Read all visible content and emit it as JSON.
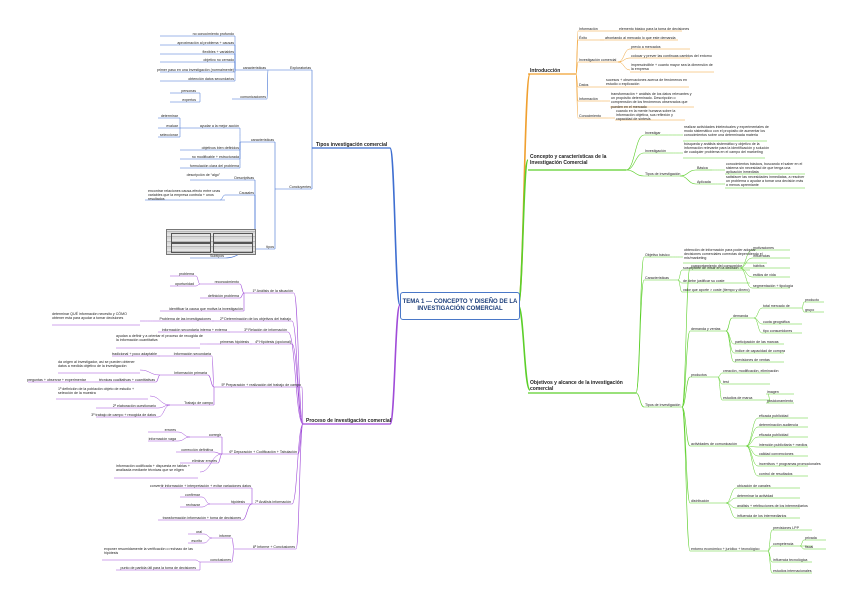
{
  "center": {
    "title": "TEMA 1 — CONCEPTO Y DISEÑO DE LA INVESTIGACIÓN COMERCIAL"
  },
  "colors": {
    "blue": "#3f6fd1",
    "orange": "#f0a030",
    "green": "#5ccf2a",
    "purple": "#a04cd8",
    "center_border": "#4a78c8"
  },
  "branches": {
    "tipos": {
      "title": "Tipos investigación comercial",
      "exploratorias": "Exploratorias",
      "caracteristicas": "características",
      "exp_items": [
        "no conocimiento profundo",
        "aproximación al problema + causas",
        "flexibles + variables",
        "objetivo no cerrado",
        "primer paso en una investigación (normalmente)",
        "obtención datos secundarios"
      ],
      "comunicaciones": "comunicaciones",
      "comunic_items": [
        "personas",
        "expertos"
      ],
      "concluyentes": "Concluyentes",
      "concl_caract": "características",
      "concl_items": [
        "ayudar a la mejor acción",
        "objetivos bien definidos",
        "no modificable + estructurada",
        "formulación clara del problema"
      ],
      "accion_items": [
        "determinar",
        "evaluar",
        "seleccionar"
      ],
      "tipos": "tipos",
      "descriptivas": "Descriptivas",
      "desc_item": "descripción de “algo”",
      "causales": "Causales",
      "causal_item": "encontrar relaciones causa-efecto entre unas variables que la empresa controla + unos resultados",
      "subtipos": "Subtipos"
    },
    "intro": {
      "title": "Introducción",
      "informacion": "Información",
      "info_item": "elemento básico para la toma de decisiones",
      "exito": "Éxito",
      "exito_item": "afrontando al mercado lo que este demanda",
      "inv_comercial": "Investigación comercial",
      "inv_items": [
        "previo a mercados",
        "colocar y prever las continuas cambios del entorno",
        "imprescindible + cuanto mayor sea la dimensión de la empresa"
      ],
      "datos": "Datos",
      "datos_item": "sucesos + observaciones acerca de fenómenos en estudio o explicación",
      "info2": "Información",
      "info2_item": "transformación + análisis de los datos relevantes y un propósito determinado. Descripción o comprensión de los fenómenos observados que pueden en el mercado",
      "conocimiento": "Conocimiento",
      "conoc_item": "cuando en la mente humana sobre la información objetiva, sus reflexión y capacidad de síntesis"
    },
    "concepto": {
      "title": "Concepto y características de la Investigación Comercial",
      "investigar": "Investigar",
      "investigar_item": "realizar actividades intelectuales y experimentales de modo sistemático con el propósito de aumentar los conocimientos sobre una determinada materia",
      "investigacion": "Investigación",
      "investigacion_item": "búsqueda y análisis sistemático y objetivo de la información relevante para la identificación y solución de cualquier problema en el campo del marketing",
      "tipos_inv": "Tipos de investigación",
      "basica": "Básica",
      "basica_item": "conocimientos básicos, buscando el saber en el sistema sin necesidad de que tenga una aplicación inmediata",
      "aplicada": "Aplicada",
      "aplicada_item": "satisfacer las necesidades inmediatas, a resolver un problema o ayudar a tomar una decisión más o menos apremiante"
    },
    "objetivos": {
      "title": "Objetivos y alcance de la investigación comercial",
      "objetivo_basico": "Objetivo básico",
      "objetivo_basico_item": "obtención de información para poder adoptar decisiones comerciales correctas dependiendo el mix/marketing",
      "caracteristicas": "Características",
      "caract_items": [
        "susceptible de influir en la decisión",
        "de debe justificar su coste",
        "valor que aporte > coste (tiempo y dinero)"
      ],
      "tipos_inv": "Tipos de investigación",
      "comportamiento": "comportamiento del consumidor",
      "comp_items": [
        "motivaciones",
        "influencias",
        "hábitos",
        "estilos de vida",
        "segmentación + tipología"
      ],
      "demanda": "demanda y ventas",
      "demanda_label": "demanda",
      "dem_items": [
        "total mercado de",
        "cuota geográfica",
        "tipo consumidores"
      ],
      "dem_sub": [
        "producto",
        "grupo"
      ],
      "ventas_items": [
        "participación de las marcas",
        "índice de capacidad de compra",
        "previsiones de ventas"
      ],
      "producto": "productos",
      "prod_items": [
        "creación, modificación, eliminación",
        "test",
        "estudios de marca"
      ],
      "marca_items": [
        "imagen",
        "posicionamiento"
      ],
      "comunicacion": "actividades de comunicación",
      "com_items": [
        "eficacia publicidad",
        "determinación audiencia",
        "eficacia publicidad",
        "intención publicitaria + medios",
        "calidad convenciones",
        "incentivos + programas promocionales",
        "control de resultados"
      ],
      "distribucion": "distribución",
      "dist_items": [
        "ubicación de canales",
        "determinar la actividad",
        "análisis + retribuciones de los intermediarios",
        "influencia de los intermediarios"
      ],
      "entorno": "entorno económico + jurídico + tecnológico",
      "ent_items": [
        "previsiones LPP",
        "competencia",
        "influencia tecnológica",
        "estudios internacionales"
      ],
      "comp_sub": [
        "privada",
        "fiscal"
      ]
    },
    "proceso": {
      "title": "Proceso de investigación comercial",
      "p1": "1º Análisis de la situación",
      "p1_sub": "reconocimiento",
      "p1_items": [
        "problema",
        "oportunidad"
      ],
      "p1_def": "definición problema",
      "p1_ident": "identificar la causa que motiva la investigación",
      "p2": "2º Determinación de los objetivos del trabajo",
      "p2_item": "Problema de las investigaciones",
      "p2_note": "determinar QUÉ información necesito y CÓMO obtener esta para ayudar a tomar decisiones",
      "p3": "3º Relación de información",
      "p3_item": "información secundaria interna + externa",
      "p4": "4º Hipótesis (opcional)",
      "p4_item": "primeras hipótesis",
      "p4_note": "ayudan a definir y a orientar el proceso de recogida de la información cuantitativa",
      "p5": "5º Preparación + realización del trabajo de campo",
      "p5_sec": "Información secundaria",
      "p5_sec_item": "tradicional + poco adaptable",
      "p5_prim": "Información primaria",
      "p5_prim_item": "da origen al investigador, así se pueden obtener datos a medida objetivo de la investigación",
      "p5_tec": "técnicas cualitativas + cuantitativas",
      "p5_tec_item": "preguntas + observar + experimentar",
      "p5_campo": "Trabajo de campo",
      "p5_campo_items": [
        "1º definición de la población objeto de estudio + selección de la muestra",
        "2º elaboración cuestionario",
        "3º trabajo de campo + recogida de datos"
      ],
      "p6": "6º Depuración + Codificación + Tabulación",
      "p6_items": [
        "corregir",
        "eliminar errores"
      ],
      "p6_corr": [
        "errores",
        "información vaga"
      ],
      "p6_cod": "corrección definitiva",
      "p6_tab": "información codificada + dispuesta en tablas + analizada mediante técnicas que se eligen",
      "p7": "7º Análisis información",
      "p7_interp": "convertir información + interpretación + evitar variaciones datos",
      "p7_hip": "hipótesis",
      "p7_hip_items": [
        "confirmar",
        "rechazar"
      ],
      "p7_trans": "transformación información + toma de decisiones",
      "p8": "8º Informe + Conclusiones",
      "p8_inf": "informe",
      "p8_inf_items": [
        "oral",
        "escrito"
      ],
      "p8_concl": "conclusiones",
      "p8_concl_items": [
        "exponer resumidamente la verificación o rechazo de las hipótesis",
        "punto de partida útil para la toma de decisiones"
      ]
    }
  },
  "image_caption": "Subtipos"
}
